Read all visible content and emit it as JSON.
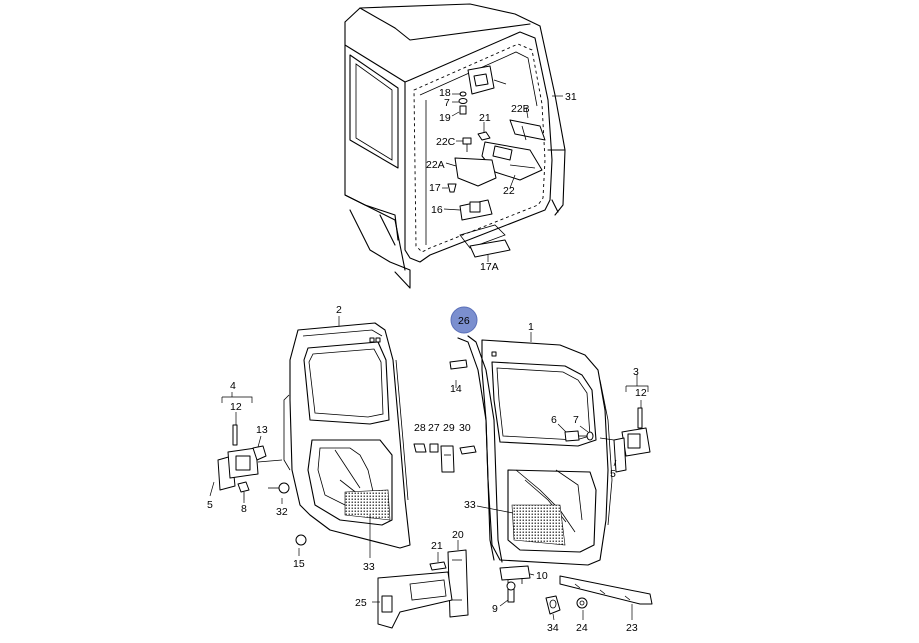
{
  "diagram": {
    "highlight_color": "#7b8fcf",
    "labels": {
      "l18": "18",
      "l7a": "7",
      "l19": "19",
      "l21a": "21",
      "l22b": "22B",
      "l31": "31",
      "l22c": "22C",
      "l22a": "22A",
      "l17": "17",
      "l22": "22",
      "l16": "16",
      "l17a": "17A",
      "l2": "2",
      "l26": "26",
      "l1": "1",
      "l4": "4",
      "l12a": "12",
      "l13": "13",
      "l5a": "5",
      "l8": "8",
      "l32": "32",
      "l15": "15",
      "l28": "28",
      "l27": "27",
      "l29": "29",
      "l30": "30",
      "l14": "14",
      "l6": "6",
      "l7b": "7",
      "l3": "3",
      "l12b": "12",
      "l5b": "5",
      "l33a": "33",
      "l33b": "33",
      "l20": "20",
      "l21b": "21",
      "l10": "10",
      "l25": "25",
      "l9": "9",
      "l34": "34",
      "l24": "24",
      "l23": "23"
    }
  }
}
